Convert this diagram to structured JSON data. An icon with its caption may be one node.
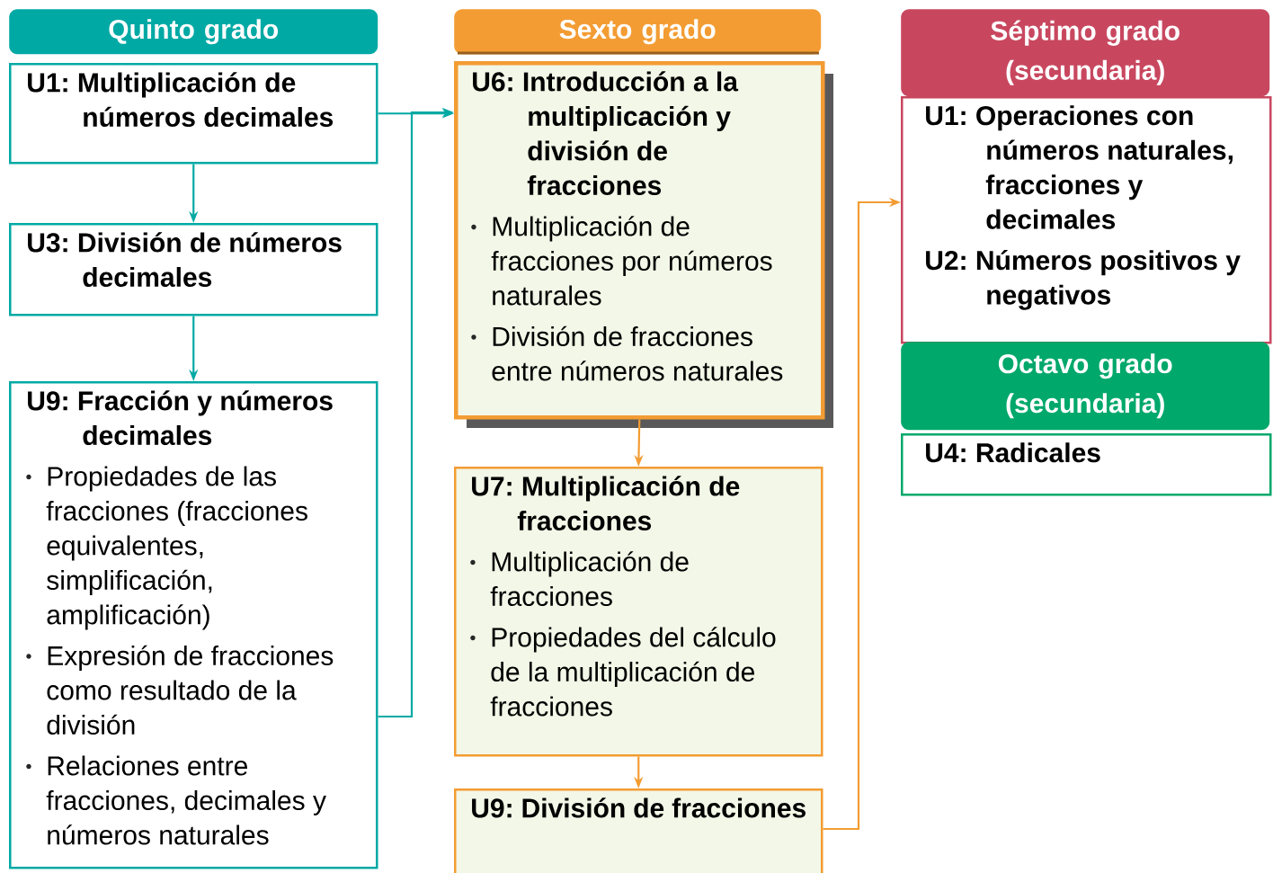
{
  "diagram": {
    "nodes": [
      {
        "text": [
          "Quinto grado"
        ]
      },
      {
        "text": [
          "U1: Multiplicación de números decimales"
        ]
      },
      {
        "text": [
          "U3: División de números decimales"
        ]
      },
      {
        "text": [
          "U9: Fracción y números decimales",
          "Propiedades de las fracciones (fracciones equivalentes, simplificación, amplificación)",
          "Expresión de fracciones como resultado de la división",
          "Relaciones entre fracciones, decimales y números naturales"
        ]
      },
      {
        "text": [
          "Sexto grado"
        ]
      },
      {
        "text": [
          "U6: Introducción a la multiplicación y división de fracciones",
          "Multiplicación de fracciones por números naturales",
          "División de fracciones entre números naturales"
        ]
      },
      {
        "text": [
          "U7: Multiplicación de fracciones",
          "Multiplicación de fracciones",
          "Propiedades del cálculo de la multiplicación de fracciones"
        ]
      },
      {
        "text": [
          "U9: División de fracciones"
        ]
      },
      {
        "text": [
          "Séptimo grado (secundaria)"
        ]
      },
      {
        "text": [
          "U1: Operaciones con números naturales, fracciones y decimales",
          "U2: Números positivos y negativos"
        ]
      },
      {
        "text": [
          "Octavo grado (secundaria)"
        ]
      },
      {
        "text": [
          "U4: Radicales"
        ]
      }
    ],
    "edges": [
      {
        "from": 1,
        "to": 2,
        "arrow": "to"
      },
      {
        "from": 2,
        "to": 3,
        "arrow": "to"
      },
      {
        "from": 1,
        "to": 5,
        "arrow": "to"
      },
      {
        "from": 3,
        "to": 5,
        "arrow": "to"
      },
      {
        "from": 5,
        "to": 6,
        "arrow": "to",
        "color": "#f39c33"
      },
      {
        "from": 6,
        "to": 7,
        "arrow": "to",
        "color": "#f39c33"
      },
      {
        "from": 7,
        "to": 9,
        "arrow": "to",
        "color": "#f39c33"
      }
    ]
  }
}
